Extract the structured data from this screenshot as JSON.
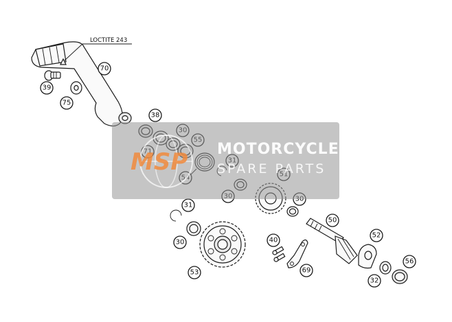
{
  "note": {
    "text": "LOCTITE 243"
  },
  "callouts": [
    {
      "id": "c70",
      "label": "70"
    },
    {
      "id": "c39",
      "label": "39"
    },
    {
      "id": "c75",
      "label": "75"
    },
    {
      "id": "c38",
      "label": "38"
    },
    {
      "id": "c30a",
      "label": "30"
    },
    {
      "id": "c71",
      "label": "71"
    },
    {
      "id": "c55",
      "label": "55"
    },
    {
      "id": "c31a",
      "label": "31"
    },
    {
      "id": "c54",
      "label": "54"
    },
    {
      "id": "c30b",
      "label": "30"
    },
    {
      "id": "c51",
      "label": "51"
    },
    {
      "id": "c30c",
      "label": "30"
    },
    {
      "id": "c31b",
      "label": "31"
    },
    {
      "id": "c30d",
      "label": "30"
    },
    {
      "id": "c53",
      "label": "53"
    },
    {
      "id": "c50",
      "label": "50"
    },
    {
      "id": "c40",
      "label": "40"
    },
    {
      "id": "c52",
      "label": "52"
    },
    {
      "id": "c69",
      "label": "69"
    },
    {
      "id": "c56",
      "label": "56"
    },
    {
      "id": "c32",
      "label": "32"
    }
  ],
  "watermark": {
    "logo_text": "MSP",
    "line1": "MOTORCYCLE",
    "line2": "SPARE PARTS"
  },
  "colors": {
    "watermark_box": "#969696",
    "logo_orange": "#f08a3c",
    "ink": "#1a1a1a"
  }
}
